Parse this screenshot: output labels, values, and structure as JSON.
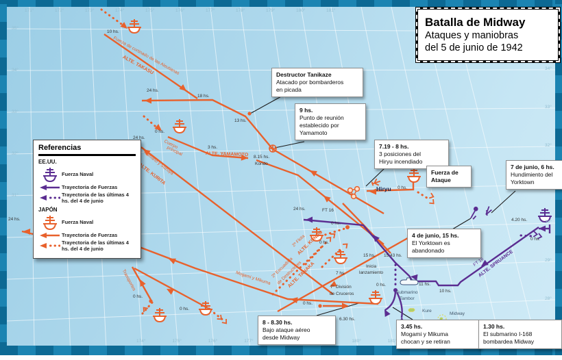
{
  "title": {
    "line1": "Batalla de Midway",
    "line2": "Ataques y maniobras",
    "line3": "del 5 de junio de 1942"
  },
  "legend": {
    "title": "Referencias",
    "us_label": "EE.UU.",
    "japan_label": "JAPÓN",
    "naval_force": "Fuerza Naval",
    "trajectory": "Trayectoria de Fuerzas",
    "last_hours": "Trayectoria de las últimas 4 hs. del 4 de junio"
  },
  "colors": {
    "japan": "#e8612c",
    "us": "#5b2d91",
    "sea": "#aed8ec",
    "frame": "#1b84b2"
  },
  "axis": {
    "top": [
      "171°",
      "172°",
      "173°",
      "174°",
      "175°",
      "176°",
      "177°",
      "178°",
      "179°",
      "180°",
      "181°"
    ],
    "bottom": [
      "174°",
      "175°",
      "176°",
      "177°",
      "178°",
      "179°",
      "180°",
      "181°",
      "182°",
      "183°",
      "184°",
      "185°"
    ],
    "left": [
      "35°",
      "34°",
      "33°",
      "32°",
      "31°"
    ],
    "right": [
      "34°",
      "33°",
      "32°",
      "31°",
      "30°",
      "29°",
      "28°"
    ]
  },
  "callouts": [
    {
      "name": "tanikaze-callout",
      "lines": [
        "Destructor Tanikaze",
        "Atacado por bombarderos",
        "en picada"
      ]
    },
    {
      "name": "reunion-callout",
      "lines": [
        "9 hs.",
        "Punto de reunión",
        "establecido por",
        "Yamamoto"
      ]
    },
    {
      "name": "hiryu-positions-callout",
      "lines": [
        "7.19 - 8 hs.",
        "3 posiciones del",
        "Hiryu incendiado"
      ]
    },
    {
      "name": "attack-force-callout",
      "lines": [
        "Fuerza de",
        "Ataque"
      ],
      "all_bold": true
    },
    {
      "name": "yorktown-sinking-callout",
      "lines": [
        "7 de junio, 6 hs.",
        "Hundimiento del",
        "Yorktown"
      ]
    },
    {
      "name": "yorktown-abandoned-callout",
      "lines": [
        "4 de junio, 15 hs.",
        "El Yorktown es",
        "abandonado"
      ]
    },
    {
      "name": "midway-air-attack-callout",
      "lines": [
        "8 - 8.30 hs.",
        "Bajo ataque aéreo",
        "desde Midway"
      ]
    },
    {
      "name": "mogami-collision-callout",
      "lines": [
        "3.45 hs.",
        "Mogami y Mikuma",
        "chocan y se retiran"
      ]
    },
    {
      "name": "i168-callout",
      "lines": [
        "1.30 hs.",
        "El submarino I-168",
        "bombardea Midway"
      ]
    }
  ],
  "map_labels": {
    "takasu_10hs": "10 hs.",
    "takasu_24hs": "24 hs.",
    "takasu_18hs": "18 hs.",
    "tanikaze_13hs": "13 hs.",
    "main_0hs": "0 hs.",
    "yamamoto_3hs": "3 hs.",
    "kondo_815": "8.15 hs.",
    "kondo_name": "Kondo",
    "kurita_24hs": "24 hs.",
    "west_24hs": "24 hs.",
    "ft16_24hs": "24 hs.",
    "ft16_top": "FT 16",
    "kondo2_0hs_a": "0 hs.",
    "kondo2_0hs_b": "0 hs.",
    "hiryu_name": "Hiryu",
    "hiryu_0hs": "0 hs.",
    "seven_hs": "7 hs.",
    "launch_15hs": "15 hs.",
    "launch_1543": "15.43 hs.",
    "launch_l1": "Inicia",
    "launch_l2": "lanzamiento",
    "tambor_0hs": "0 hs.",
    "tambor_l1": "Submarino",
    "tambor_l2": "Tambor",
    "hs11": "11 hs.",
    "hs10": "10 hs.",
    "spruance_420": "4.20 hs.",
    "spruance_0hs": "0 hs.",
    "ft16_diag": "FT 16",
    "spruance_name": "ALTE. SPRUANCE",
    "kure": "Kure",
    "midway": "Midway",
    "div7_l1": "7° División",
    "div7_l2": "de Cruceros",
    "div7_0hs": "0 hs.",
    "hs630": "6.30 hs.",
    "trans_0hs_a": "0 hs.",
    "trans_0hs_b": "0 hs.",
    "transportes": "Transportes",
    "mogami_line": "Mogami y Mikuma",
    "tanaka_l1": "2ª Escuadrilla",
    "tanaka_l2": "de Destructores",
    "tanaka_name": "ALTE. TANAKA",
    "flota2": "2ª Flota",
    "kondo_alte": "ALTE. KONDO",
    "kumano": "Kumano y Suzuya",
    "kurita_name": "ALTE. KURITA",
    "aleut_force": "Fuerza de cortinado de las Aleutianas",
    "takasu_name": "ALTE. TAKASU",
    "yamamoto_name": "ALTE. YAMAMOTO",
    "cuerpo_l1": "Cuerpo",
    "cuerpo_l2": "principal"
  }
}
